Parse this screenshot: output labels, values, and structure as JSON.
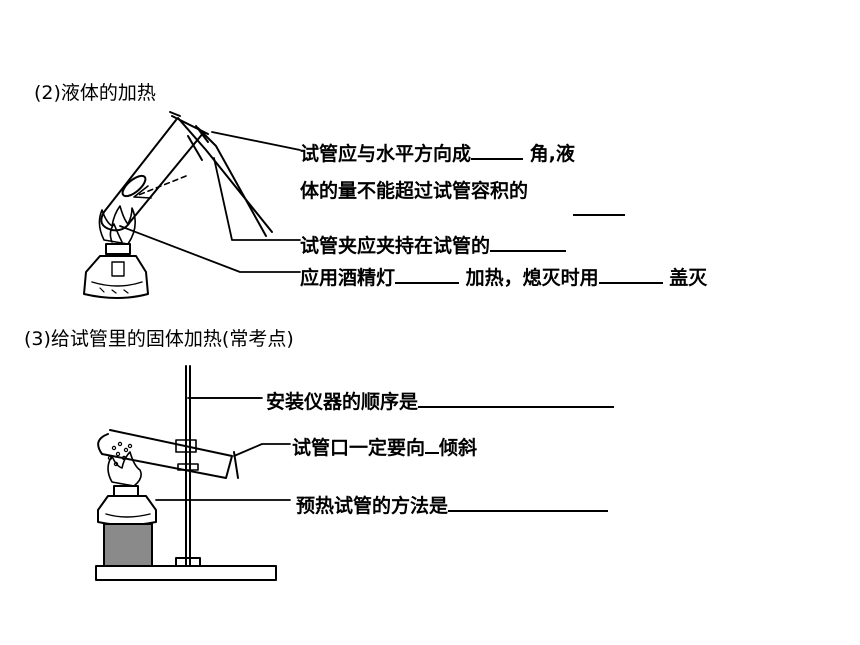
{
  "section2": {
    "heading": "(2)液体的加热",
    "line1a": "试管应与水平方向成",
    "line1b": "角,液",
    "line2": "体的量不能超过试管容积的",
    "line3": "试管夹应夹持在试管的",
    "line4a": "应用酒精灯",
    "line4b": "加热，熄灭时用",
    "line4c": "盖灭"
  },
  "section3": {
    "heading": "(3)给试管里的固体加热(常考点)",
    "line1": "安装仪器的顺序是",
    "line2a": "试管口一定要向",
    "line2b": "倾斜",
    "line3": "预热试管的方法是"
  }
}
